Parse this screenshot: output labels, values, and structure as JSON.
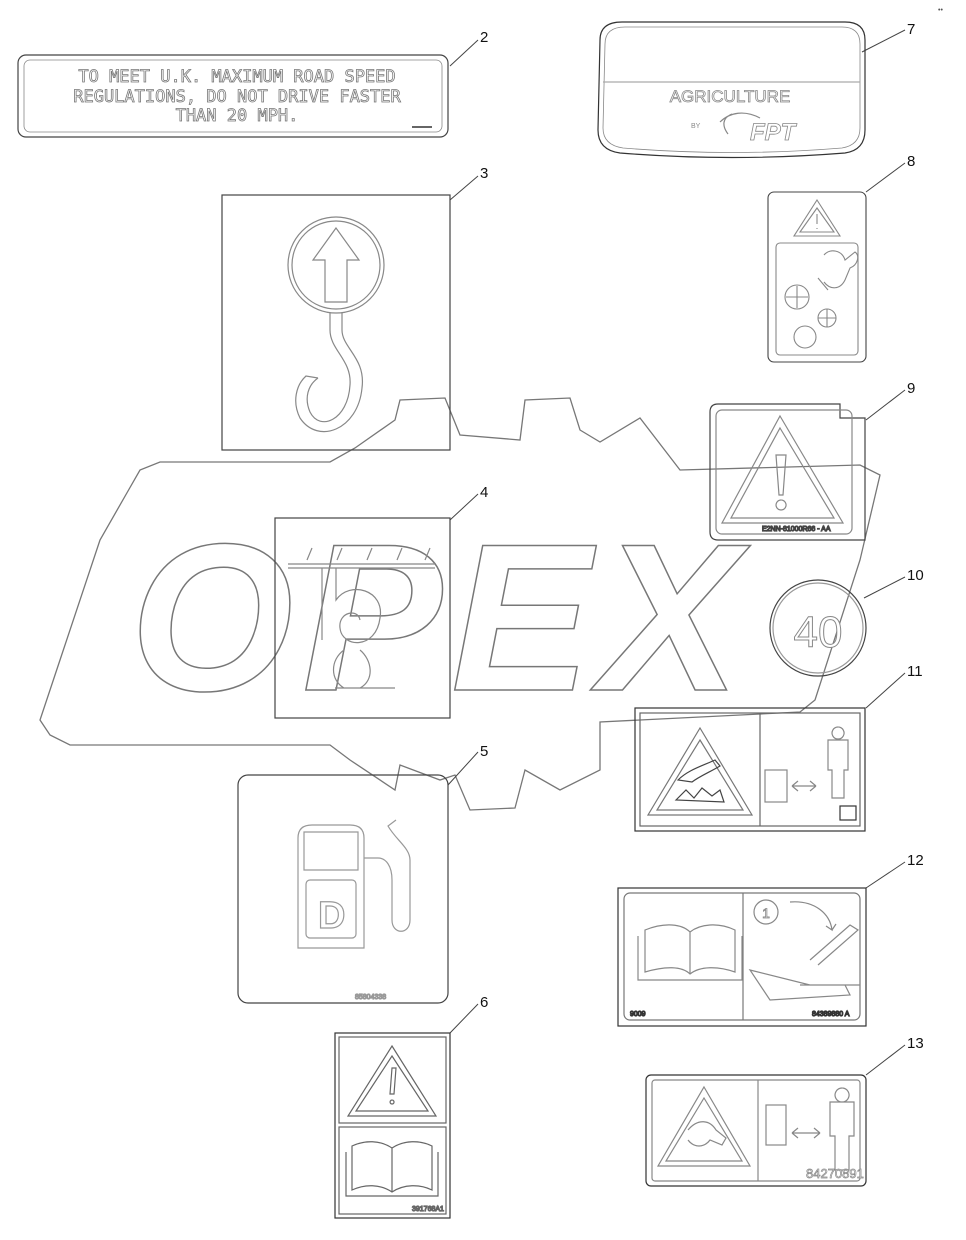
{
  "diagram": {
    "corner_mark": "•• ",
    "watermark": "OPEX",
    "callouts": [
      "2",
      "3",
      "4",
      "5",
      "6",
      "7",
      "8",
      "9",
      "10",
      "11",
      "12",
      "13"
    ],
    "decal2": {
      "line1": "TO MEET U.K. MAXIMUM ROAD SPEED",
      "line2": "REGULATIONS, DO NOT DRIVE FASTER",
      "line3": "THAN 20 MPH."
    },
    "decal5": {
      "code": "85804338"
    },
    "decal6": {
      "code": "391768A1"
    },
    "decal7": {
      "word": "AGRICULTURE",
      "by": "BY",
      "brand": "FPT"
    },
    "decal9": {
      "code": "E2NN-81000R66 - AA"
    },
    "decal10": {
      "speed": "40"
    },
    "decal12": {
      "left_code": "9009",
      "right_code": "84389880 A",
      "step": "1"
    },
    "decal13": {
      "code": "84270891"
    }
  },
  "colors": {
    "line": "#444444",
    "faint": "#9a9a9a",
    "ink": "#111111"
  }
}
